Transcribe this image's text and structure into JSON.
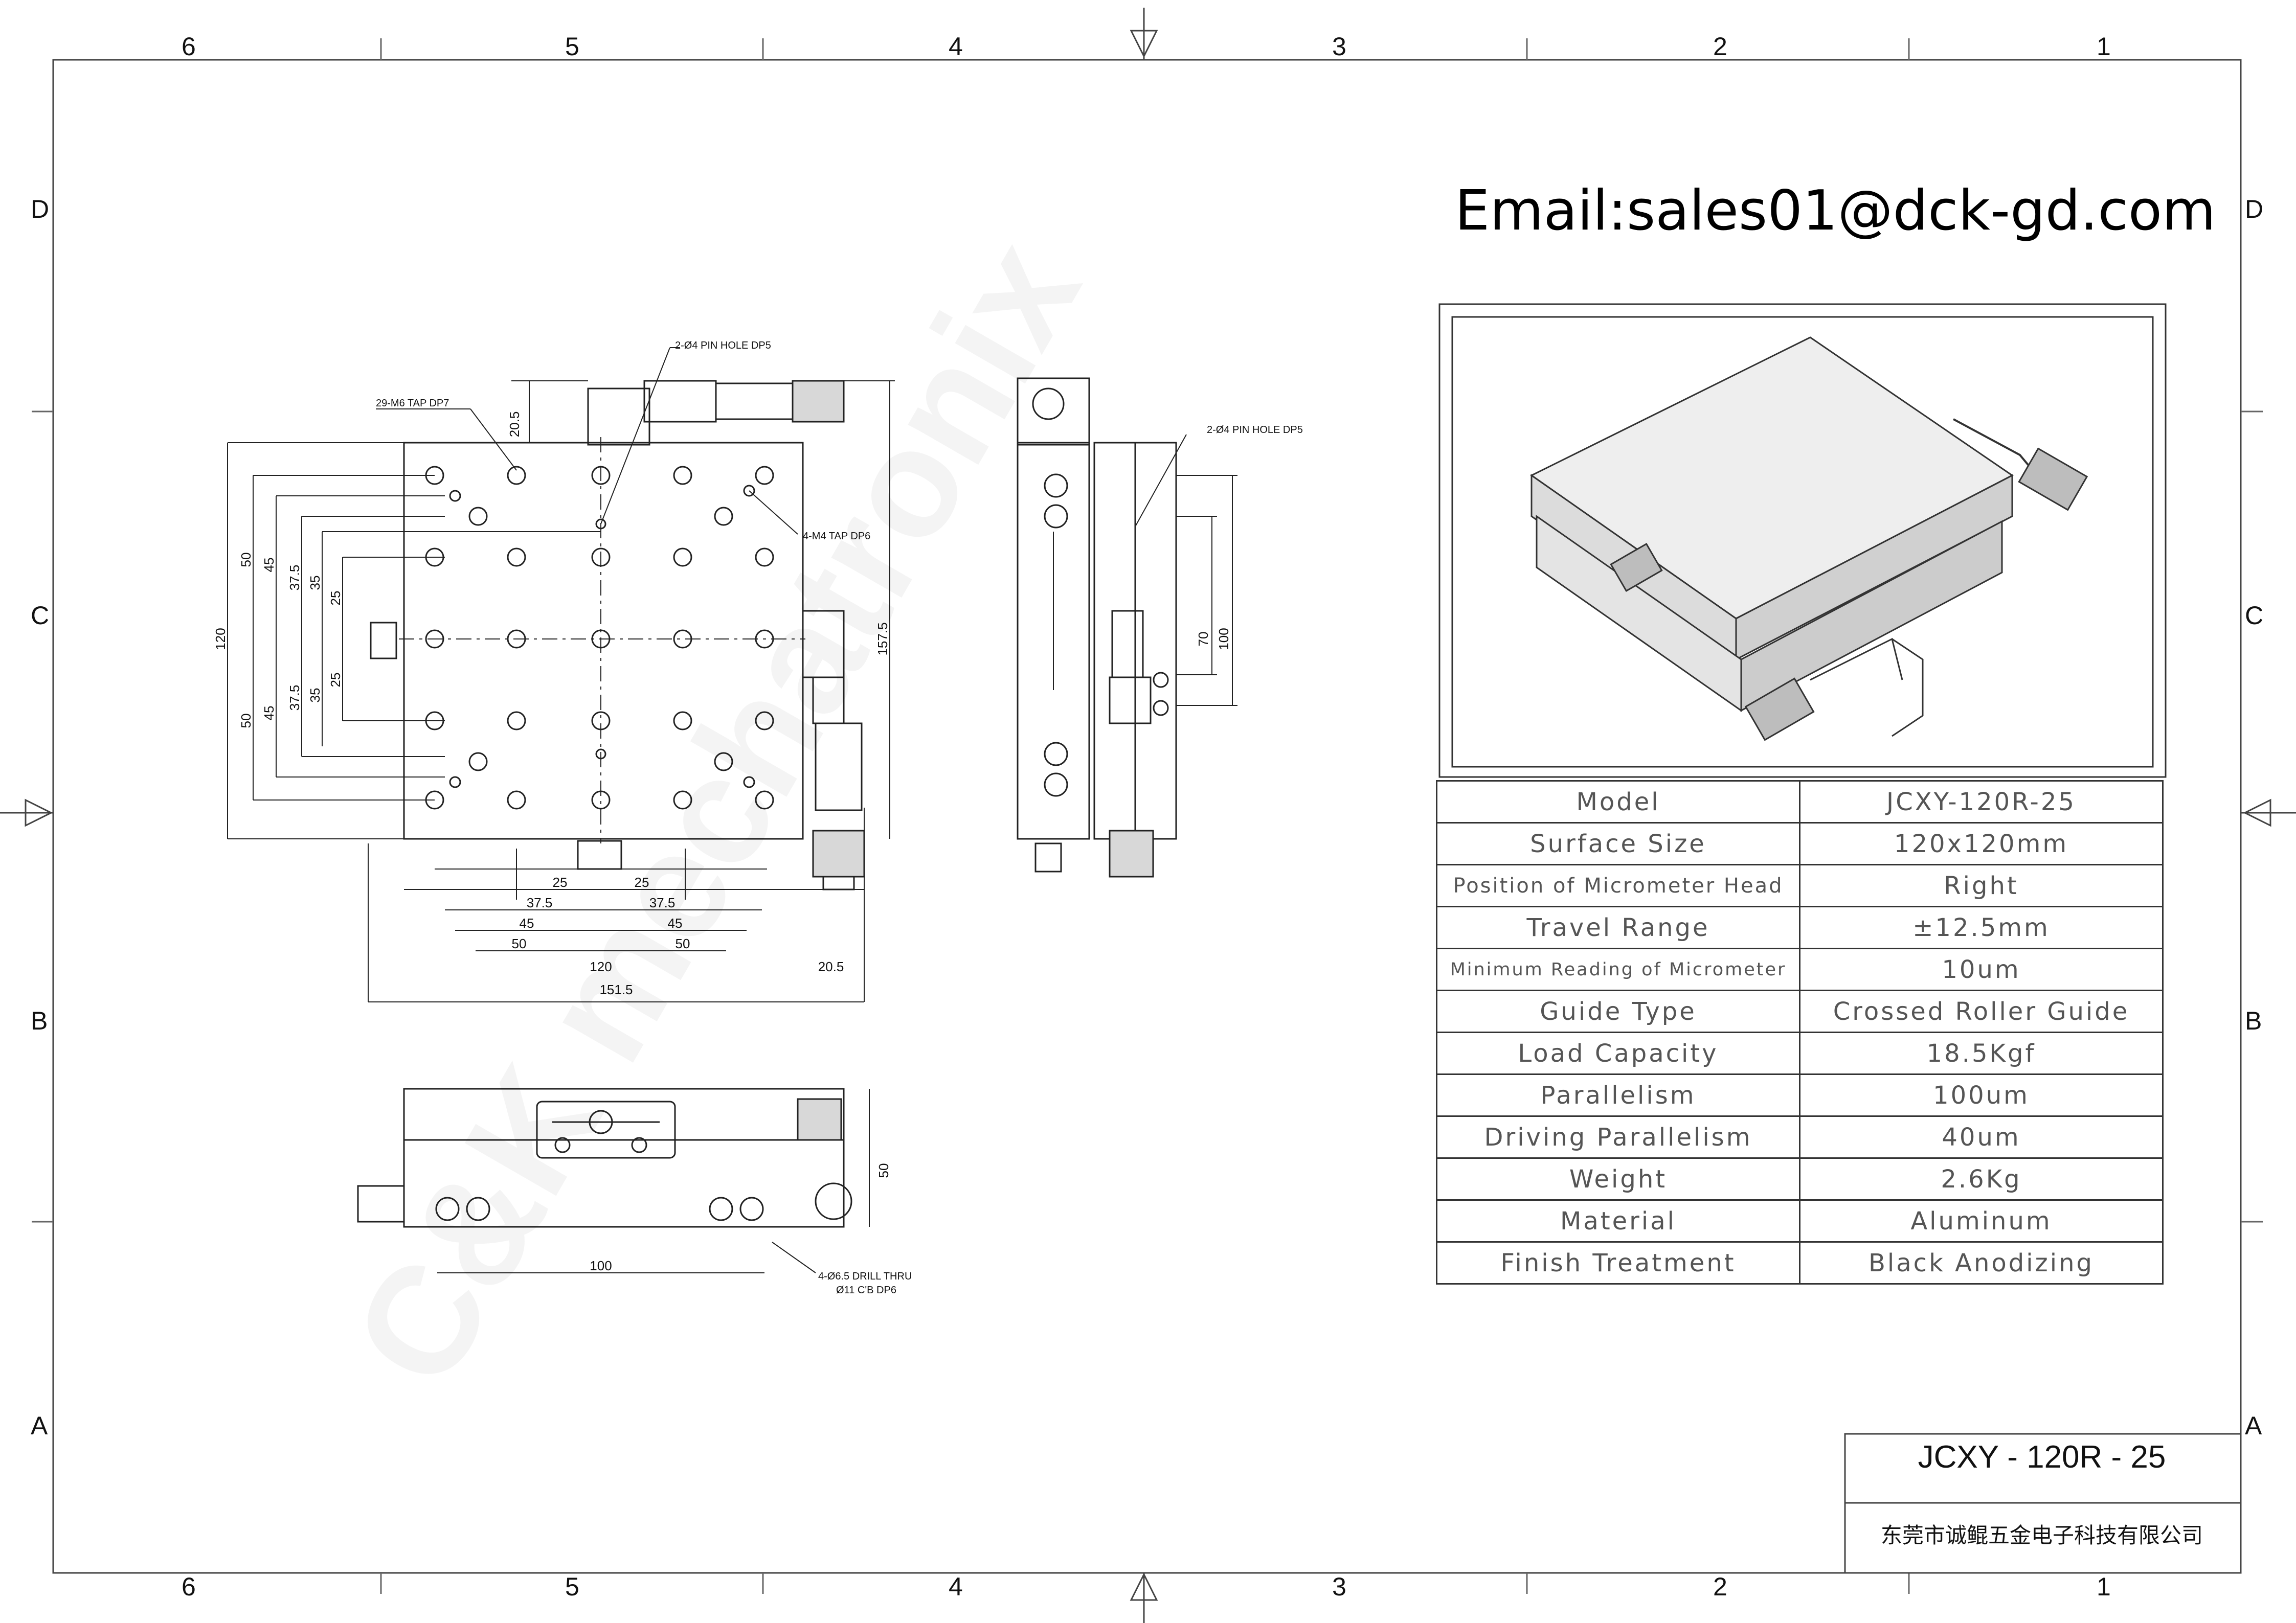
{
  "contact": {
    "email_text": "Email:sales01@dck-gd.com"
  },
  "watermark_text": "C&K mechatronix",
  "border_zones": {
    "columns": [
      "6",
      "5",
      "4",
      "3",
      "2",
      "1"
    ],
    "rows": [
      "D",
      "C",
      "B",
      "A"
    ]
  },
  "title_block": {
    "model": "JCXY - 120R - 25",
    "company": "东莞市诚鲲五金电子科技有限公司"
  },
  "spec_table": {
    "rows": [
      {
        "label": "Model",
        "value": "JCXY-120R-25"
      },
      {
        "label": "Surface Size",
        "value": "120x120mm"
      },
      {
        "label": "Position of Micrometer Head",
        "value": "Right"
      },
      {
        "label": "Travel Range",
        "value": "±12.5mm"
      },
      {
        "label": "Minimum Reading of Micrometer",
        "value": "10um"
      },
      {
        "label": "Guide Type",
        "value": "Crossed Roller Guide"
      },
      {
        "label": "Load Capacity",
        "value": "18.5Kgf"
      },
      {
        "label": "Parallelism",
        "value": "100um"
      },
      {
        "label": "Driving Parallelism",
        "value": "40um"
      },
      {
        "label": "Weight",
        "value": "2.6Kg"
      },
      {
        "label": "Material",
        "value": "Aluminum"
      },
      {
        "label": "Finish Treatment",
        "value": "Black Anodizing"
      }
    ]
  },
  "annotations": {
    "pin_hole_top": "2-Ø4 PIN HOLE DP5",
    "pin_hole_side": "2-Ø4 PIN HOLE DP5",
    "m6_tap": "29-M6 TAP DP7",
    "m4_tap": "4-M4 TAP DP6",
    "drill_thru_1": "4-Ø6.5 DRILL THRU",
    "drill_thru_2": "Ø11 C'B DP6"
  },
  "dimensions": {
    "top_view": {
      "offset_top": "20.5",
      "height_total": "157.5",
      "left_120": "120",
      "left_50_top": "50",
      "left_45_top": "45",
      "left_37_5_top": "37.5",
      "left_35_top": "35",
      "left_25_top": "25",
      "left_25_bot": "25",
      "left_35_bot": "35",
      "left_37_5_bot": "37.5",
      "left_45_bot": "45",
      "left_50_bot": "50",
      "bottom_25_l": "25",
      "bottom_25_r": "25",
      "bottom_37_5_l": "37.5",
      "bottom_37_5_r": "37.5",
      "bottom_45_l": "45",
      "bottom_45_r": "45",
      "bottom_50_l": "50",
      "bottom_50_r": "50",
      "bottom_120": "120",
      "bottom_20_5": "20.5",
      "bottom_151_5": "151.5"
    },
    "side_view": {
      "d70": "70",
      "d100": "100"
    },
    "front_view": {
      "h50": "50",
      "w100": "100"
    }
  }
}
